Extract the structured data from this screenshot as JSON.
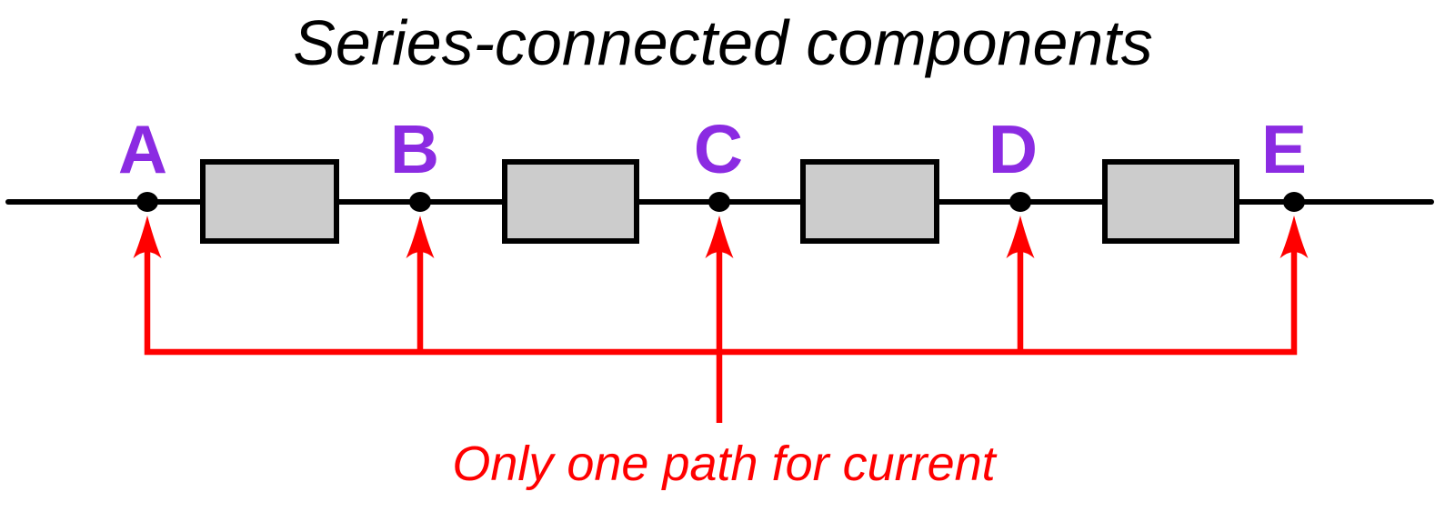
{
  "title": "Series-connected components",
  "caption": "Only one path for current",
  "diagram": {
    "nodes": [
      {
        "label": "A"
      },
      {
        "label": "B"
      },
      {
        "label": "C"
      },
      {
        "label": "D"
      },
      {
        "label": "E"
      }
    ]
  },
  "colors": {
    "wire": "#000000",
    "component_fill": "#cccccc",
    "component_border": "#000000",
    "node_label": "#8b2be2",
    "annotation": "#ff0000"
  }
}
